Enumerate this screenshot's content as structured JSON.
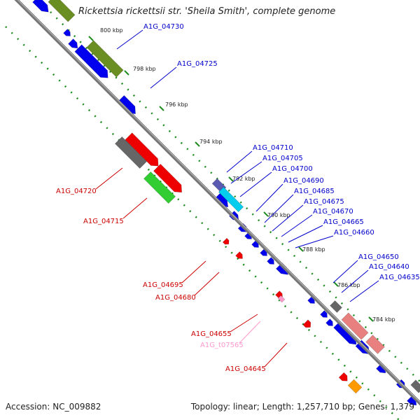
{
  "title": "Rickettsia rickettsii str. 'Sheila Smith', complete genome",
  "accession": "Accession: NC_009882",
  "summary": "Topology: linear; Length: 1,257,710 bp; Genes: 1,379",
  "colors": {
    "backbone": "#808080",
    "forward_label": "#0000cc",
    "reverse_label": "#cc0000",
    "trna_label": "#ff99cc",
    "forward_cds": "#0000ee",
    "reverse_cds": "#ee0000",
    "cog_olive": "#6b8e23",
    "cog_green": "#32cd32",
    "cog_grey": "#666666",
    "cog_cyan": "#00ccee",
    "cog_pink": "#e88080",
    "cog_orange": "#ff9900",
    "dots_outer": "#1e8c1e",
    "dots_inner": "#1e8c1e"
  },
  "ticks": [
    {
      "label": "800 kbp"
    },
    {
      "label": "798 kbp"
    },
    {
      "label": "796 kbp"
    },
    {
      "label": "794 kbp"
    },
    {
      "label": "792 kbp"
    },
    {
      "label": "790 kbp"
    },
    {
      "label": "788 kbp"
    },
    {
      "label": "786 kbp"
    },
    {
      "label": "784 kbp"
    }
  ],
  "forward_genes": [
    {
      "label": "A1G_04730"
    },
    {
      "label": "A1G_04725"
    },
    {
      "label": "A1G_04710"
    },
    {
      "label": "A1G_04705"
    },
    {
      "label": "A1G_04700"
    },
    {
      "label": "A1G_04690"
    },
    {
      "label": "A1G_04685"
    },
    {
      "label": "A1G_04675"
    },
    {
      "label": "A1G_04670"
    },
    {
      "label": "A1G_04665"
    },
    {
      "label": "A1G_04660"
    },
    {
      "label": "A1G_04650"
    },
    {
      "label": "A1G_04640"
    },
    {
      "label": "A1G_04635"
    }
  ],
  "reverse_genes": [
    {
      "label": "A1G_04720"
    },
    {
      "label": "A1G_04715"
    },
    {
      "label": "A1G_04695"
    },
    {
      "label": "A1G_04680"
    },
    {
      "label": "A1G_04655"
    },
    {
      "label": "A1G_t07565"
    },
    {
      "label": "A1G_04645"
    }
  ]
}
